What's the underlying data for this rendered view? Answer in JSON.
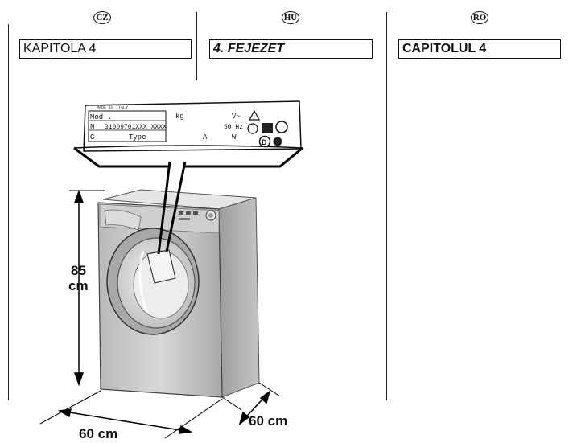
{
  "columns": [
    {
      "lang_code": "CZ",
      "chapter": "KAPITOLA 4"
    },
    {
      "lang_code": "HU",
      "chapter": "4. FEJEZET"
    },
    {
      "lang_code": "RO",
      "chapter": "CAPITOLUL 4"
    }
  ],
  "rating_plate": {
    "line_mod": "Mod .",
    "line_n": "N",
    "serial": "31009701XXX XXXX",
    "line_g": "G",
    "type_label": "Type",
    "unit_kg": "kg",
    "unit_v": "V~",
    "unit_hz": "50 Hz",
    "unit_a": "A",
    "unit_w": "W",
    "mark_d": "D",
    "made_in": "MADE IN ITALY"
  },
  "dimensions": {
    "height_value": "85",
    "height_unit": "cm",
    "width": "60 cm",
    "depth": "60 cm"
  },
  "icons": [
    "warning-icon",
    "approval-mark-icon",
    "recycle-icon"
  ]
}
